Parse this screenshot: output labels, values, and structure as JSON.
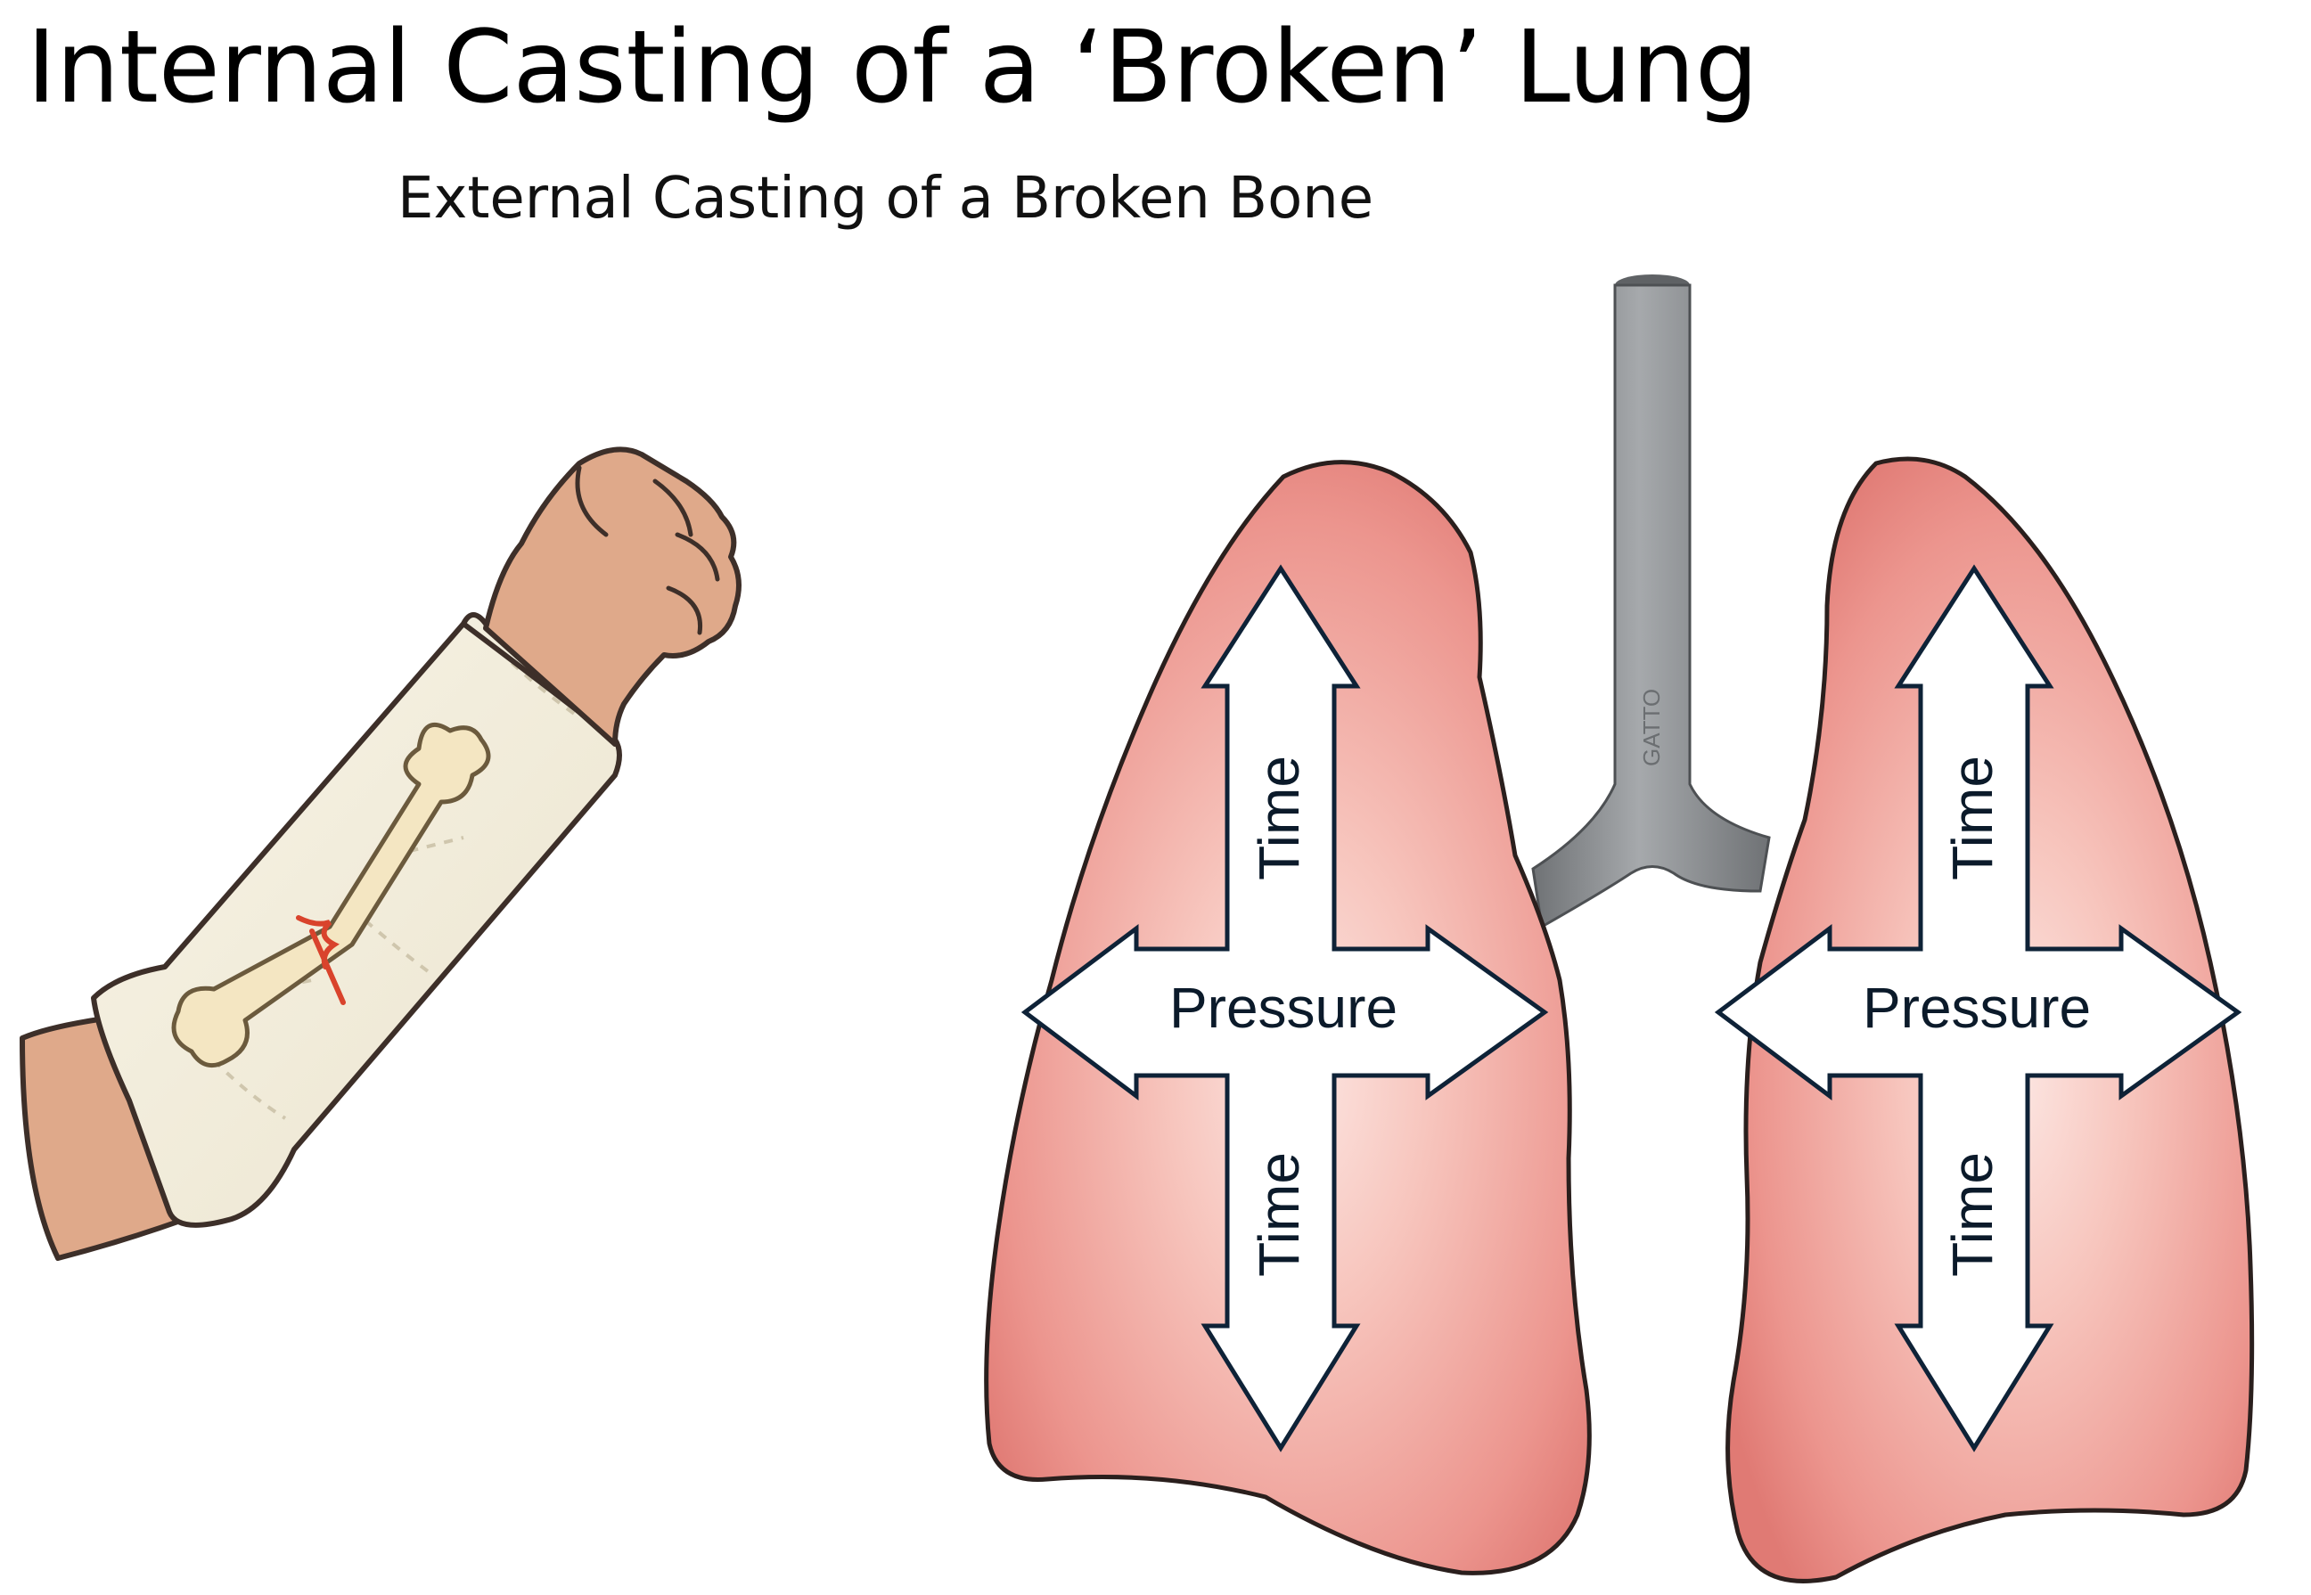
{
  "title": "Internal Casting of a ‘Broken’ Lung",
  "subtitle": "External Casting of a Broken Bone",
  "illustrations": {
    "arm": "forearm-with-cast-icon",
    "lungs": "lungs-with-trachea-icon",
    "trachea_text": "GATTO"
  },
  "arrows": {
    "left": {
      "top_label": "Time",
      "middle_label": "Pressure",
      "bottom_label": "Time"
    },
    "right": {
      "top_label": "Time",
      "middle_label": "Pressure",
      "bottom_label": "Time"
    }
  },
  "colors": {
    "lung_base": "#e8837e",
    "lung_highlight": "#fbe0dc",
    "trachea": "#8d9093",
    "cast": "#f3eedd",
    "skin": "#dfa98a",
    "bone": "#f4e6c2",
    "fracture": "#d9432c",
    "arrow_stroke": "#0e2237"
  }
}
